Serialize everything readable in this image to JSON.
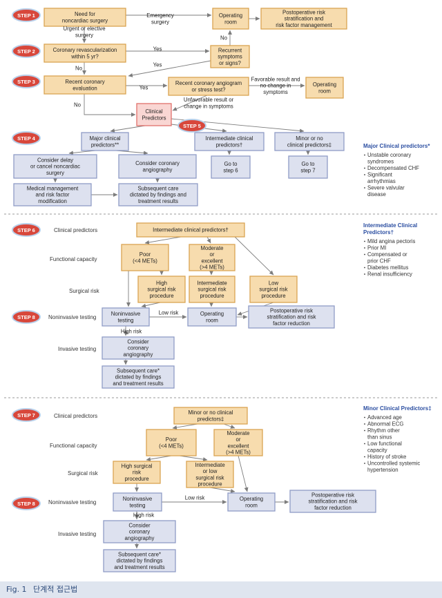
{
  "colors": {
    "orange_fill": "#f7dcae",
    "orange_stroke": "#d9a352",
    "blue_fill": "#dde1ef",
    "blue_stroke": "#8e9cc6",
    "pink_fill": "#f9d6d3",
    "pink_stroke": "#e0716b",
    "step_badge": "#d8473b",
    "side_title": "#2b4ea1",
    "line": "#7d7d7d",
    "dashed": "#9a9a9a",
    "footer_bg": "#dfe5ef"
  },
  "steps": [
    {
      "id": "s1",
      "text": "STEP 1"
    },
    {
      "id": "s2",
      "text": "STEP 2"
    },
    {
      "id": "s3",
      "text": "STEP 3"
    },
    {
      "id": "s4",
      "text": "STEP 4"
    },
    {
      "id": "s5",
      "text": "STEP 5"
    },
    {
      "id": "s6",
      "text": "STEP 6"
    },
    {
      "id": "s8a",
      "text": "STEP 8"
    },
    {
      "id": "s7",
      "text": "STEP 7"
    },
    {
      "id": "s8b",
      "text": "STEP 8"
    }
  ],
  "boxes": [
    {
      "id": "need",
      "style": "orange",
      "lines": [
        "Need for",
        "noncardiac surgery"
      ]
    },
    {
      "id": "or1",
      "style": "orange",
      "lines": [
        "Operating",
        "room"
      ]
    },
    {
      "id": "post1",
      "style": "orange",
      "lines": [
        "Postoperative risk",
        "stratification and",
        "risk factor management"
      ]
    },
    {
      "id": "revasc",
      "style": "orange",
      "lines": [
        "Coronary revascularization",
        "within 5 yr?"
      ]
    },
    {
      "id": "recurrent",
      "style": "orange",
      "lines": [
        "Recurrent",
        "symptoms",
        "or signs?"
      ]
    },
    {
      "id": "recenteval",
      "style": "orange",
      "lines": [
        "Recent coronary",
        "evaluation"
      ]
    },
    {
      "id": "recentangio",
      "style": "orange",
      "lines": [
        "Recent coronary angiogram",
        "or stress test?"
      ]
    },
    {
      "id": "or3",
      "style": "orange",
      "lines": [
        "Operating",
        "room"
      ]
    },
    {
      "id": "clinpred",
      "style": "pink",
      "lines": [
        "Clinical",
        "Predictors"
      ]
    },
    {
      "id": "major",
      "style": "blue",
      "lines": [
        "Major clinical",
        "predictors**"
      ]
    },
    {
      "id": "interm",
      "style": "blue",
      "lines": [
        "Intermediate clinical",
        "predictors†"
      ]
    },
    {
      "id": "minor",
      "style": "blue",
      "lines": [
        "Minor or no",
        "clinical predictors‡"
      ]
    },
    {
      "id": "delay",
      "style": "blue",
      "lines": [
        "Consider delay",
        "or cancel noncardiac",
        "surgery"
      ]
    },
    {
      "id": "consang",
      "style": "blue",
      "lines": [
        "Consider coronary",
        "angiography"
      ]
    },
    {
      "id": "goto6",
      "style": "blue",
      "lines": [
        "Go to",
        "step 6"
      ]
    },
    {
      "id": "goto7",
      "style": "blue",
      "lines": [
        "Go to",
        "step 7"
      ]
    },
    {
      "id": "medmgmt",
      "style": "blue",
      "lines": [
        "Medical management",
        "and risk factor",
        "modification"
      ]
    },
    {
      "id": "subseq1",
      "style": "blue",
      "lines": [
        "Subsequent care",
        "dictated by findings and",
        "treatment results"
      ]
    },
    {
      "id": "im_head",
      "style": "orange",
      "lines": [
        "Intermediate clinical predictors†"
      ]
    },
    {
      "id": "im_poor",
      "style": "orange",
      "lines": [
        "Poor",
        "(<4 METs)"
      ]
    },
    {
      "id": "im_mod",
      "style": "orange",
      "lines": [
        "Moderate",
        "or",
        "excellent",
        "(>4 METs)"
      ]
    },
    {
      "id": "im_high",
      "style": "orange",
      "lines": [
        "High",
        "surgical risk",
        "procedure"
      ]
    },
    {
      "id": "im_int",
      "style": "orange",
      "lines": [
        "Intermediate",
        "surgical risk",
        "procedure"
      ]
    },
    {
      "id": "im_low",
      "style": "orange",
      "lines": [
        "Low",
        "surgical risk",
        "procedure"
      ]
    },
    {
      "id": "im_nonin",
      "style": "blue",
      "lines": [
        "Noninvasive",
        "testing"
      ]
    },
    {
      "id": "im_or",
      "style": "blue",
      "lines": [
        "Operating",
        "room"
      ]
    },
    {
      "id": "im_post",
      "style": "blue",
      "lines": [
        "Postoperative risk",
        "stratification and risk",
        "factor reduction"
      ]
    },
    {
      "id": "im_consang",
      "style": "blue",
      "lines": [
        "Consider",
        "coronary",
        "angiography"
      ]
    },
    {
      "id": "im_subseq",
      "style": "blue",
      "lines": [
        "Subsequent care*",
        "dictated by findings",
        "and treatment results"
      ]
    },
    {
      "id": "mn_head",
      "style": "orange",
      "lines": [
        "Minor or no clinical",
        "predictors‡"
      ]
    },
    {
      "id": "mn_poor",
      "style": "orange",
      "lines": [
        "Poor",
        "(<4 METs)"
      ]
    },
    {
      "id": "mn_mod",
      "style": "orange",
      "lines": [
        "Moderate",
        "or",
        "excellent",
        "(>4 METs)"
      ]
    },
    {
      "id": "mn_high",
      "style": "orange",
      "lines": [
        "High surgical",
        "risk",
        "procedure"
      ]
    },
    {
      "id": "mn_int",
      "style": "orange",
      "lines": [
        "Intermediate",
        "or low",
        "surgical risk",
        "procedure"
      ]
    },
    {
      "id": "mn_nonin",
      "style": "blue",
      "lines": [
        "Noninvasive",
        "testing"
      ]
    },
    {
      "id": "mn_or",
      "style": "blue",
      "lines": [
        "Operating",
        "room"
      ]
    },
    {
      "id": "mn_post",
      "style": "blue",
      "lines": [
        "Postoperative risk",
        "stratification and risk",
        "factor reduction"
      ]
    },
    {
      "id": "mn_consang",
      "style": "blue",
      "lines": [
        "Consider",
        "coronary",
        "angiography"
      ]
    },
    {
      "id": "mn_subseq",
      "style": "blue",
      "lines": [
        "Subsequent care*",
        "dictated by findings",
        "and treatment results"
      ]
    }
  ],
  "labels": [
    {
      "id": "emergency",
      "lines": [
        "Emergency",
        "surgery"
      ]
    },
    {
      "id": "urgent",
      "lines": [
        "Urgent or elective",
        "surgery"
      ]
    },
    {
      "id": "no_rec",
      "lines": [
        "No"
      ]
    },
    {
      "id": "yes2",
      "lines": [
        "Yes"
      ]
    },
    {
      "id": "no2",
      "lines": [
        "No"
      ]
    },
    {
      "id": "yes_rec",
      "lines": [
        "Yes"
      ]
    },
    {
      "id": "yes3",
      "lines": [
        "Yes"
      ]
    },
    {
      "id": "no3",
      "lines": [
        "No"
      ]
    },
    {
      "id": "favorable",
      "lines": [
        "Favorable result and",
        "no change in",
        "symptoms"
      ]
    },
    {
      "id": "unfavorable",
      "lines": [
        "Unfavorable result or",
        "change in symptoms"
      ]
    },
    {
      "id": "im_lowrisk",
      "lines": [
        "Low risk"
      ]
    },
    {
      "id": "im_highrisk",
      "lines": [
        "High risk"
      ]
    },
    {
      "id": "mn_lowrisk",
      "lines": [
        "Low risk"
      ]
    },
    {
      "id": "mn_highrisk",
      "lines": [
        "High risk"
      ]
    }
  ],
  "row_labels": [
    {
      "id": "r6_clin",
      "text": "Clinical predictors"
    },
    {
      "id": "r6_func",
      "text": "Functional capacity"
    },
    {
      "id": "r6_surg",
      "text": "Surgical risk"
    },
    {
      "id": "r6_nonin",
      "text": "Noninvasive testing"
    },
    {
      "id": "r6_inv",
      "text": "Invasive testing"
    },
    {
      "id": "r7_clin",
      "text": "Clinical predictors"
    },
    {
      "id": "r7_func",
      "text": "Functional capacity"
    },
    {
      "id": "r7_surg",
      "text": "Surgical risk"
    },
    {
      "id": "r7_nonin",
      "text": "Noninvasive testing"
    },
    {
      "id": "r7_inv",
      "text": "Invasive testing"
    }
  ],
  "side_panels": [
    {
      "id": "major",
      "title": [
        "Major Clinical predictors*"
      ],
      "items": [
        [
          "Unstable coronary",
          "syndromes"
        ],
        [
          "Decompensated CHF"
        ],
        [
          "Significant",
          "arrhythmias"
        ],
        [
          "Severe valvular",
          "disease"
        ]
      ]
    },
    {
      "id": "intermediate",
      "title": [
        "Intermediate Clinical",
        "Predictors†"
      ],
      "items": [
        [
          "Mild angina pectoris"
        ],
        [
          "Prior MI"
        ],
        [
          "Compensated or",
          "prior CHF"
        ],
        [
          "Diabetes mellitus"
        ],
        [
          "Renal insufficiency"
        ]
      ]
    },
    {
      "id": "minor",
      "title": [
        "Minor Clinical Predictors‡"
      ],
      "items": [
        [
          "Advanced age"
        ],
        [
          "Abnormal ECG"
        ],
        [
          "Rhythm other",
          "than sinus"
        ],
        [
          "Low functional",
          "capacity"
        ],
        [
          "History of stroke"
        ],
        [
          "Uncontrolled systemic",
          "hypertension"
        ]
      ]
    }
  ],
  "footer": {
    "fig_label": "Fig. 1",
    "caption": "단계적 접근법"
  }
}
